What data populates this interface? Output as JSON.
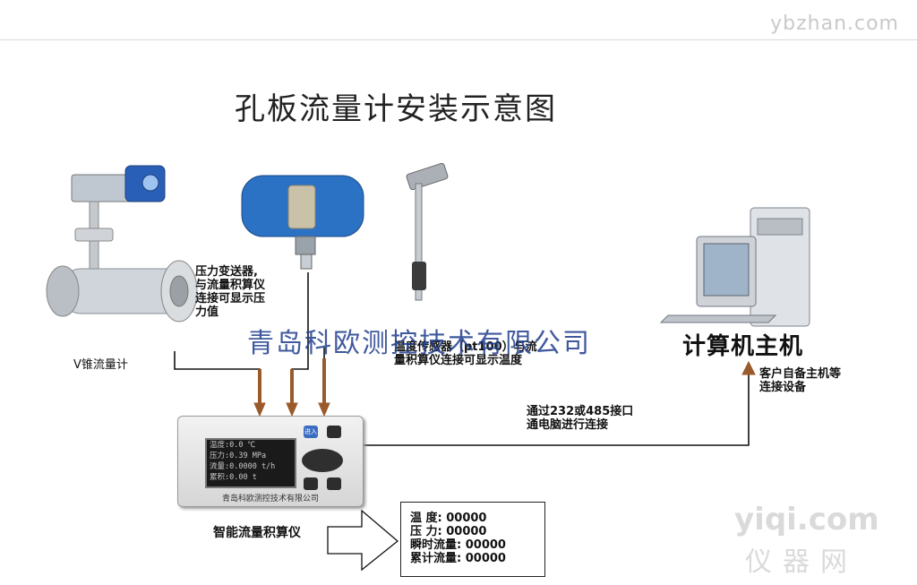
{
  "watermark_top": "ybzhan.com",
  "title": "孔板流量计安装示意图",
  "labels": {
    "v_cone": "V锥流量计",
    "pressure_line1": "压力变送器,",
    "pressure_line2": "与流量积算仪",
    "pressure_line3": "连接可显示压",
    "pressure_line4": "力值",
    "temp_line1": "温度传感器（pt100）与流",
    "temp_line2": "量积算仪连接可显示温度",
    "comm_line1": "通过232或485接口",
    "comm_line2": "通电脑进行连接",
    "host": "计算机主机",
    "client_line1": "客户自备主机等",
    "client_line2": "连接设备",
    "integrator": "智能流量积算仪"
  },
  "company_watermark": "青岛科欧测控技术有限公司",
  "device": {
    "name": "青岛科欧测控技术有限公司",
    "screen_rows": [
      "温度:0.0  ℃",
      "压力:0.39  MPa",
      "流量:0.0000 t/h",
      "累积:0.00  t"
    ],
    "key_enter": "进入"
  },
  "readout": {
    "rows": [
      "温     度: 00000",
      "压     力: 00000",
      "瞬时流量:  00000",
      "累计流量:  00000"
    ]
  },
  "watermark_corner_1": "yiqi.com",
  "watermark_corner_2": "仪器网",
  "colors": {
    "arrow": "#9a5a2a",
    "line": "#111111",
    "company": "#1f3d8c"
  }
}
